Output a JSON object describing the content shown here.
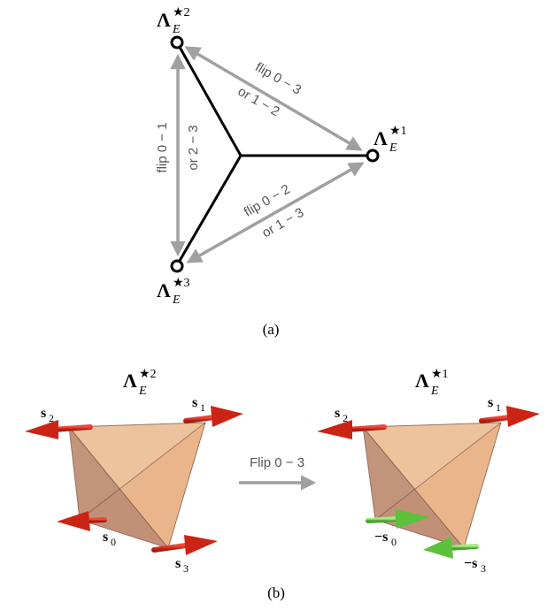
{
  "panel_a": {
    "caption": "(a)",
    "nodes": {
      "top": {
        "lambda": "Λ",
        "sup": "★2",
        "sub": "E"
      },
      "right": {
        "lambda": "Λ",
        "sup": "★1",
        "sub": "E"
      },
      "bottom": {
        "lambda": "Λ",
        "sup": "★3",
        "sub": "E"
      }
    },
    "edges": {
      "top_right": {
        "line1": "flip 0 − 3",
        "line2": "or 1 − 2"
      },
      "left": {
        "line1": "flip 0 − 1",
        "line2": "or 2 − 3"
      },
      "bottom_right": {
        "line1": "flip 0 − 2",
        "line2": "or 1 − 3"
      }
    }
  },
  "panel_b": {
    "caption": "(b)",
    "arrow_label": "Flip 0 − 3",
    "left_state": {
      "lambda": "Λ",
      "sup": "★2",
      "sub": "E"
    },
    "right_state": {
      "lambda": "Λ",
      "sup": "★1",
      "sub": "E"
    },
    "left_spins": {
      "s2": {
        "base": "s",
        "idx": "2"
      },
      "s1": {
        "base": "s",
        "idx": "1"
      },
      "s0": {
        "base": "s",
        "idx": "0"
      },
      "s3": {
        "base": "s",
        "idx": "3"
      }
    },
    "right_spins": {
      "s2": {
        "base": "s",
        "idx": "2"
      },
      "s1": {
        "base": "s",
        "idx": "1"
      },
      "s0": {
        "base": "−s",
        "idx": "0"
      },
      "s3": {
        "base": "−s",
        "idx": "3"
      }
    }
  },
  "colors": {
    "edge_arrow": "#a0a0a0",
    "spin_red": "#d42a1a",
    "spin_green": "#6fd64a",
    "tetra": "#e6b489"
  }
}
